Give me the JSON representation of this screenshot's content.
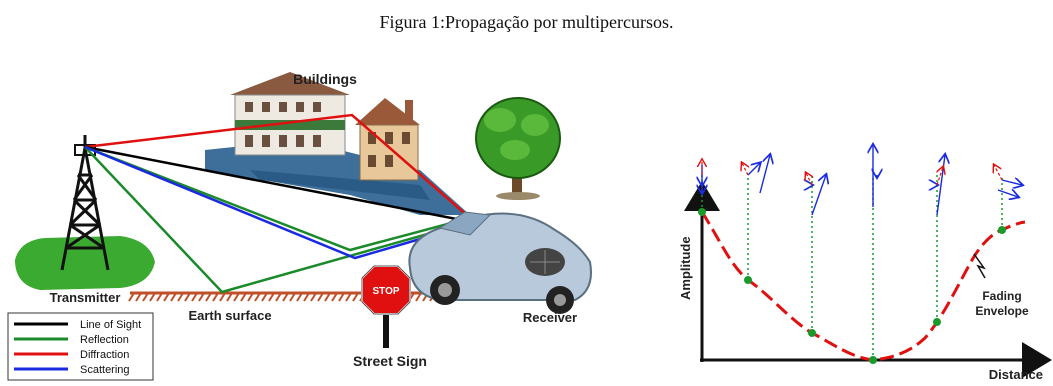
{
  "caption": "Figura 1:Propagação por multipercursos.",
  "scene": {
    "labels": {
      "buildings": "Buildings",
      "transmitter": "Transmitter",
      "earth_surface": "Earth surface",
      "receiver": "Receiver",
      "street_sign": "Street Sign",
      "stop": "STOP"
    },
    "legend": [
      {
        "label": "Line of Sight",
        "color": "#000000"
      },
      {
        "label": "Reflection",
        "color": "#1a8a2a"
      },
      {
        "label": "Diffraction",
        "color": "#e01010"
      },
      {
        "label": "Scattering",
        "color": "#1a2ae0"
      }
    ],
    "path_colors": {
      "los": "#000000",
      "reflection": "#1a8a2a",
      "diffraction": "#e01010",
      "scattering": "#1a2ae0"
    }
  },
  "fading": {
    "ylabel": "Amplitude",
    "xlabel": "Distance",
    "annotation_line1": "Fading",
    "annotation_line2": "Envelope",
    "colors": {
      "envelope": "#e01010",
      "points": "#1a9a2a",
      "phasor": "#1a2ae0"
    }
  }
}
